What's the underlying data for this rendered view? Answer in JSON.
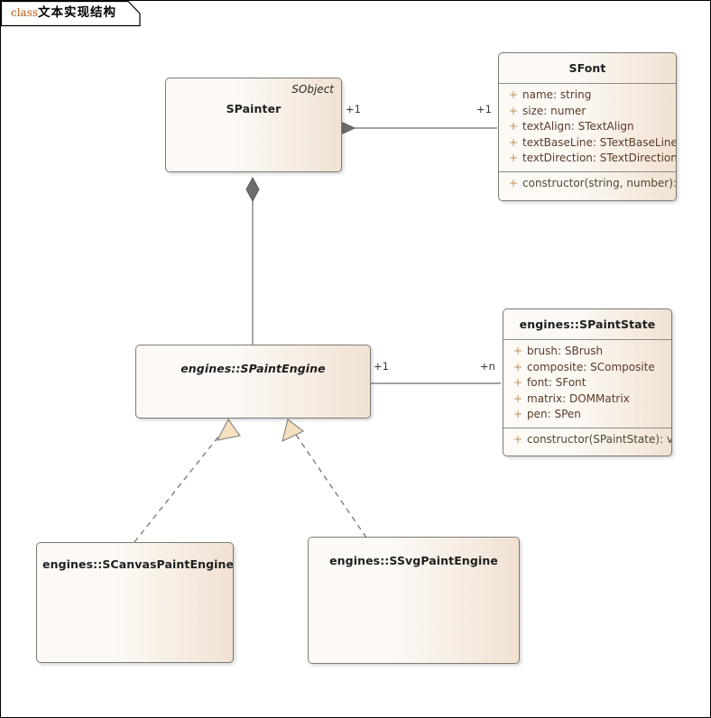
{
  "diagram": {
    "frame_keyword": "class",
    "frame_title": "文本实现结构"
  },
  "classes": {
    "spainter": {
      "name": "SPainter",
      "stereotype": "SObject"
    },
    "sfont": {
      "name": "SFont",
      "attributes": [
        {
          "visibility": "+",
          "text": "name: string"
        },
        {
          "visibility": "+",
          "text": "size: numer"
        },
        {
          "visibility": "+",
          "text": "textAlign: STextAlign"
        },
        {
          "visibility": "+",
          "text": "textBaseLine: STextBaseLine"
        },
        {
          "visibility": "+",
          "text": "textDirection: STextDirection"
        }
      ],
      "operations": [
        {
          "visibility": "+",
          "text": "constructor(string, number): void"
        }
      ]
    },
    "spaintengine": {
      "name": "engines::SPaintEngine"
    },
    "spaintstate": {
      "name": "engines::SPaintState",
      "attributes": [
        {
          "visibility": "+",
          "text": "brush: SBrush"
        },
        {
          "visibility": "+",
          "text": "composite: SComposite"
        },
        {
          "visibility": "+",
          "text": "font: SFont"
        },
        {
          "visibility": "+",
          "text": "matrix: DOMMatrix"
        },
        {
          "visibility": "+",
          "text": "pen: SPen"
        }
      ],
      "operations": [
        {
          "visibility": "+",
          "text": "constructor(SPaintState): void"
        }
      ]
    },
    "scanvaspaintengine": {
      "name": "engines::SCanvasPaintEngine"
    },
    "ssvgpaintengine": {
      "name": "engines::SSvgPaintEngine"
    }
  },
  "relations": {
    "painter_font": {
      "source_mult": "+1",
      "target_mult": "+1",
      "kind": "composition"
    },
    "painter_engine": {
      "kind": "composition"
    },
    "engine_state": {
      "source_mult": "+1",
      "target_mult": "+n",
      "kind": "association"
    },
    "canvas_realizes": {
      "kind": "realization"
    },
    "svg_realizes": {
      "kind": "realization"
    }
  },
  "colors": {
    "box_fill_light": "#fdfaf6",
    "box_fill_dark": "#f1e2d2",
    "box_border": "#7b7b77",
    "keyword": "#c05a18",
    "attribute_text": "#5a3b28",
    "operation_text": "#4b4a2c",
    "visibility": "#c08b54",
    "line": "#6b6b6b",
    "triangle_fill": "#f7e0c0",
    "diamond_fill": "#6e6e6e"
  }
}
